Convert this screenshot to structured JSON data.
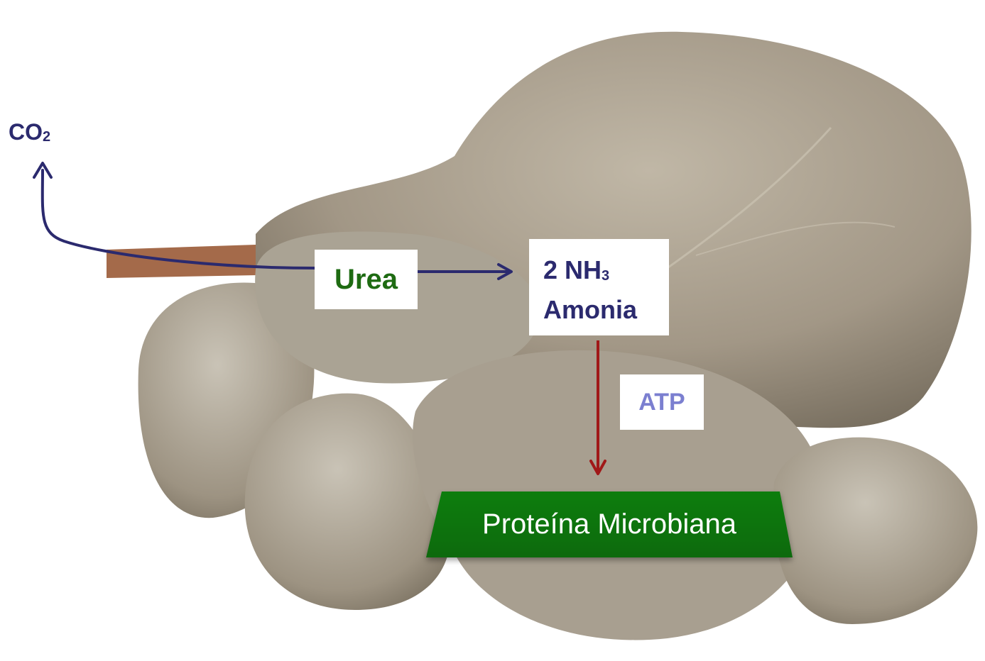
{
  "background": {
    "subject": "rumen-illustration",
    "colors": {
      "body": "#a59a86",
      "shadow": "#6f6656",
      "highlight": "#c8c0b0",
      "esophagus": "#a46a4a"
    }
  },
  "labels": {
    "co2": {
      "main": "CO",
      "sub": "2"
    },
    "urea": "Urea",
    "ammonia": {
      "line1_main": "2 NH",
      "line1_sub": "3",
      "line2": "Amonia"
    },
    "atp": "ATP",
    "protein": "Proteína Microbiana"
  },
  "colors": {
    "navy_arrow": "#2b2a6e",
    "red_arrow": "#a01818",
    "urea_text": "#1e6b12",
    "atp_text": "#7b7fd0",
    "protein_fill": "#0e7a0e"
  }
}
